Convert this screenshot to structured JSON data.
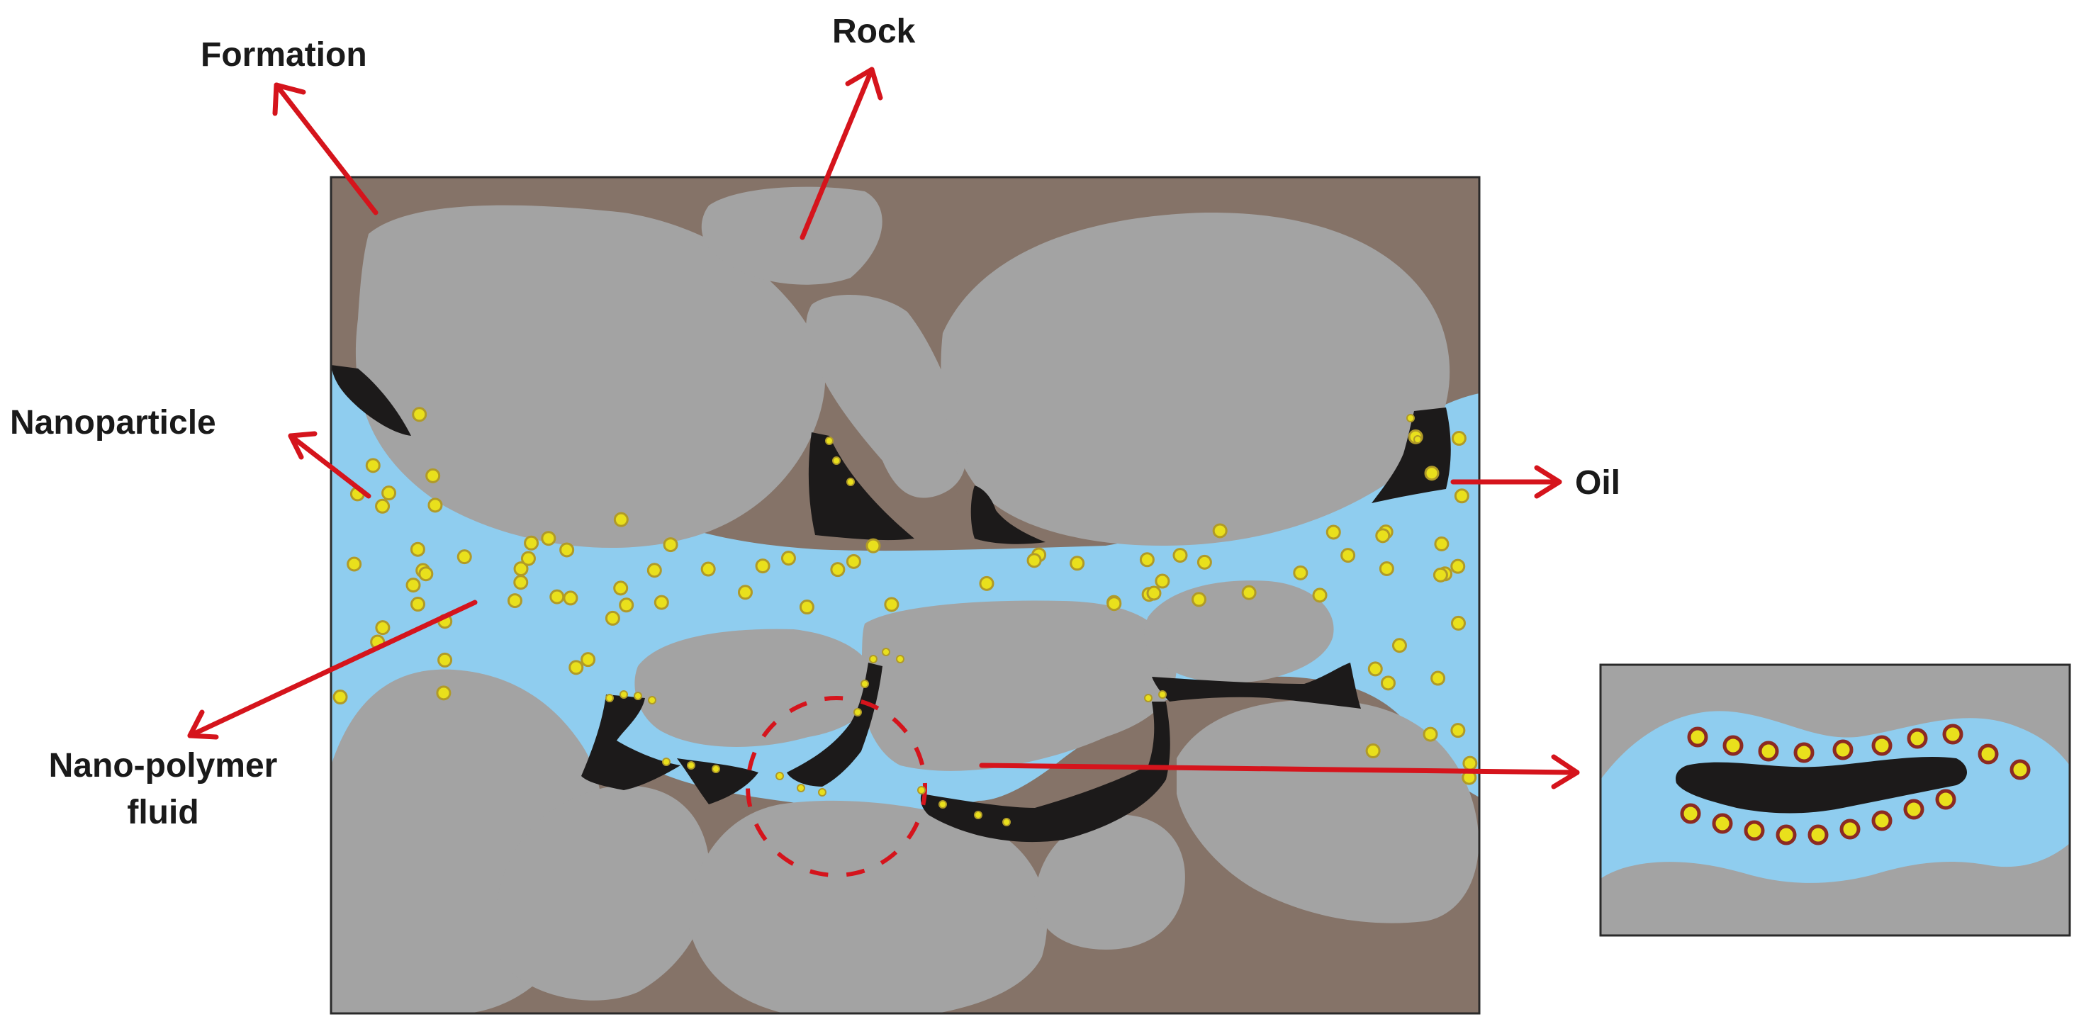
{
  "labels": {
    "formation": "Formation",
    "rock": "Rock",
    "nanoparticle": "Nanoparticle",
    "oil": "Oil",
    "nano_polymer_fluid_line1": "Nano-polymer",
    "nano_polymer_fluid_line2": "fluid"
  },
  "colors": {
    "formation": "#857368",
    "rock": "#a3a3a3",
    "fluid": "#8fcdef",
    "oil": "#1c1a1a",
    "arrow": "#d5141c",
    "nanoparticle_fill": "#e9e01c",
    "nanoparticle_ring_main": "#b09a28",
    "nanoparticle_ring_inset": "#8c2a22",
    "border": "#2a2a2a"
  },
  "icons": {
    "arrow": "red-arrow-icon",
    "nanoparticle": "yellow-circle-icon",
    "highlight": "dashed-circle-icon"
  }
}
